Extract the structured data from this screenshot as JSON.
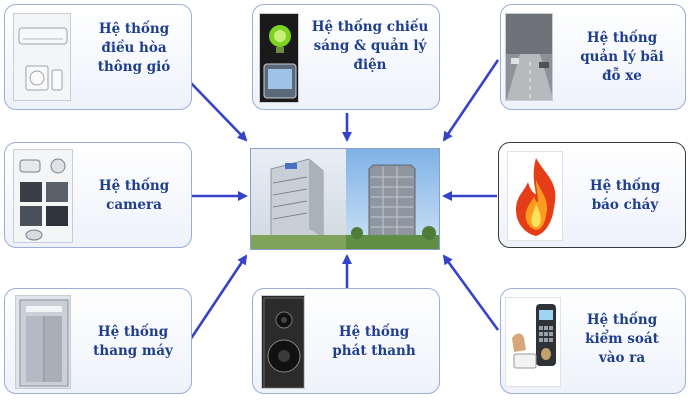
{
  "nodes": [
    {
      "id": "hvac",
      "label": "Hệ thống\nđiều hòa\nthông gió",
      "icon": "air-conditioner-icon"
    },
    {
      "id": "lighting",
      "label": "Hệ thống chiếu\nsáng & quản lý\nđiện",
      "icon": "light-bulb-meter-icon"
    },
    {
      "id": "parking",
      "label": "Hệ thống\nquản lý bãi\nđỗ xe",
      "icon": "parking-garage-icon"
    },
    {
      "id": "camera",
      "label": "Hệ thống\ncamera",
      "icon": "security-camera-icon"
    },
    {
      "id": "fire",
      "label": "Hệ thống\nbáo cháy",
      "icon": "fire-icon"
    },
    {
      "id": "elevator",
      "label": "Hệ thống\nthang máy",
      "icon": "elevator-icon"
    },
    {
      "id": "pa",
      "label": "Hệ thống\nphát thanh",
      "icon": "speaker-icon"
    },
    {
      "id": "access",
      "label": "Hệ thống\nkiểm soát\nvào ra",
      "icon": "access-control-icon"
    }
  ],
  "center": {
    "icon": "building-icon"
  },
  "colors": {
    "label": "#1f3e8c",
    "arrow": "#3543c8",
    "border": "#9aaed6"
  }
}
